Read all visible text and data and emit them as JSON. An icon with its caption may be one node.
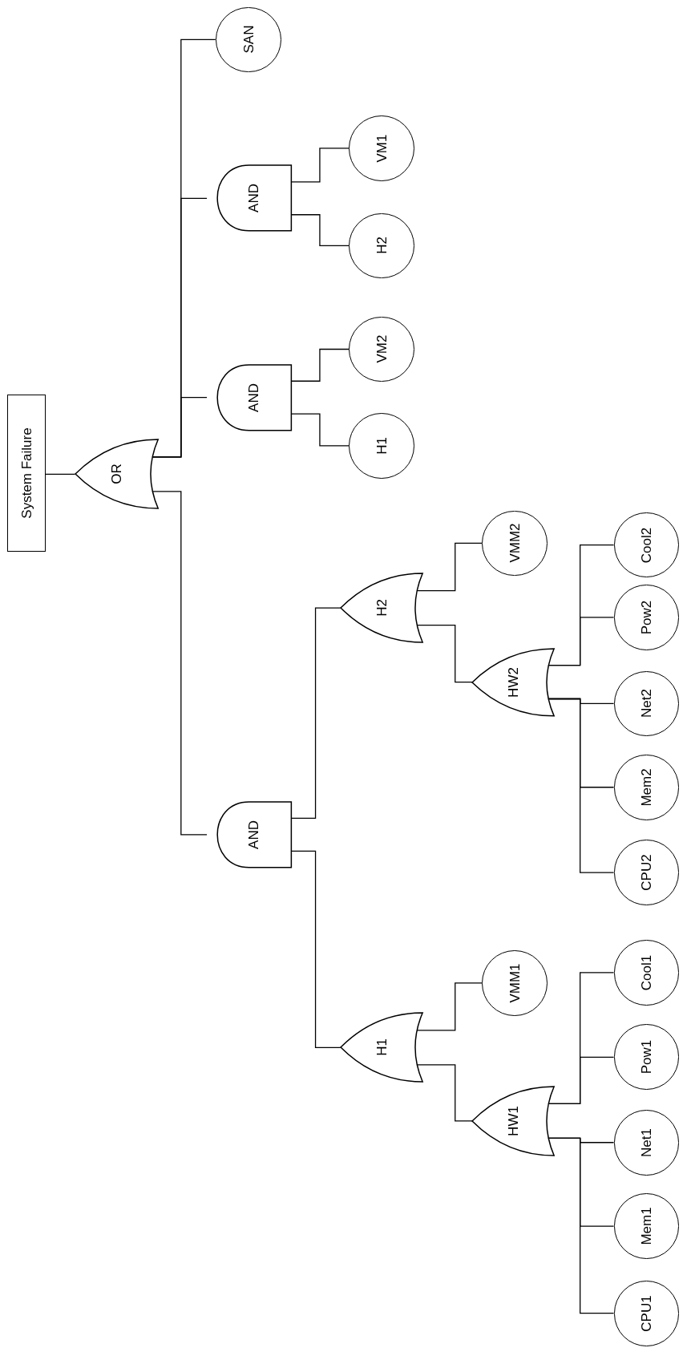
{
  "diagram": {
    "nodes": [
      {
        "text": [
          "System Failure"
        ]
      },
      {
        "text": [
          "OR"
        ]
      },
      {
        "text": [
          "AND"
        ]
      },
      {
        "text": [
          "SAN"
        ]
      },
      {
        "text": [
          "VM1"
        ]
      },
      {
        "text": [
          "H2"
        ]
      },
      {
        "text": [
          "AND"
        ]
      },
      {
        "text": [
          "VM2"
        ]
      },
      {
        "text": [
          "H1"
        ]
      },
      {
        "text": [
          "AND"
        ]
      },
      {
        "text": [
          "H2"
        ]
      },
      {
        "text": [
          "VMM2"
        ]
      },
      {
        "text": [
          "HW2"
        ]
      },
      {
        "text": [
          "Cool2"
        ]
      },
      {
        "text": [
          "Pow2"
        ]
      },
      {
        "text": [
          "Net2"
        ]
      },
      {
        "text": [
          "Mem2"
        ]
      },
      {
        "text": [
          "CPU2"
        ]
      },
      {
        "text": [
          "H1"
        ]
      },
      {
        "text": [
          "VMM1"
        ]
      },
      {
        "text": [
          "HW1"
        ]
      },
      {
        "text": [
          "Cool1"
        ]
      },
      {
        "text": [
          "Pow1"
        ]
      },
      {
        "text": [
          "Net1"
        ]
      },
      {
        "text": [
          "Mem1"
        ]
      },
      {
        "text": [
          "CPU1"
        ]
      }
    ],
    "edges": [
      {
        "from": 0,
        "to": 1,
        "arrow": "none"
      },
      {
        "from": 1,
        "to": 3,
        "arrow": "none"
      },
      {
        "from": 1,
        "to": 2,
        "arrow": "none"
      },
      {
        "from": 1,
        "to": 6,
        "arrow": "none"
      },
      {
        "from": 1,
        "to": 9,
        "arrow": "none"
      },
      {
        "from": 2,
        "to": 4,
        "arrow": "none"
      },
      {
        "from": 2,
        "to": 5,
        "arrow": "none"
      },
      {
        "from": 6,
        "to": 7,
        "arrow": "none"
      },
      {
        "from": 6,
        "to": 8,
        "arrow": "none"
      },
      {
        "from": 9,
        "to": 10,
        "arrow": "none"
      },
      {
        "from": 9,
        "to": 18,
        "arrow": "none"
      },
      {
        "from": 10,
        "to": 11,
        "arrow": "none"
      },
      {
        "from": 10,
        "to": 12,
        "arrow": "none"
      },
      {
        "from": 12,
        "to": 13,
        "arrow": "none"
      },
      {
        "from": 12,
        "to": 14,
        "arrow": "none"
      },
      {
        "from": 12,
        "to": 15,
        "arrow": "none"
      },
      {
        "from": 12,
        "to": 16,
        "arrow": "none"
      },
      {
        "from": 12,
        "to": 17,
        "arrow": "none"
      },
      {
        "from": 18,
        "to": 19,
        "arrow": "none"
      },
      {
        "from": 18,
        "to": 20,
        "arrow": "none"
      },
      {
        "from": 20,
        "to": 21,
        "arrow": "none"
      },
      {
        "from": 20,
        "to": 22,
        "arrow": "none"
      },
      {
        "from": 20,
        "to": 23,
        "arrow": "none"
      },
      {
        "from": 20,
        "to": 24,
        "arrow": "none"
      },
      {
        "from": 20,
        "to": 25,
        "arrow": "none"
      }
    ]
  }
}
